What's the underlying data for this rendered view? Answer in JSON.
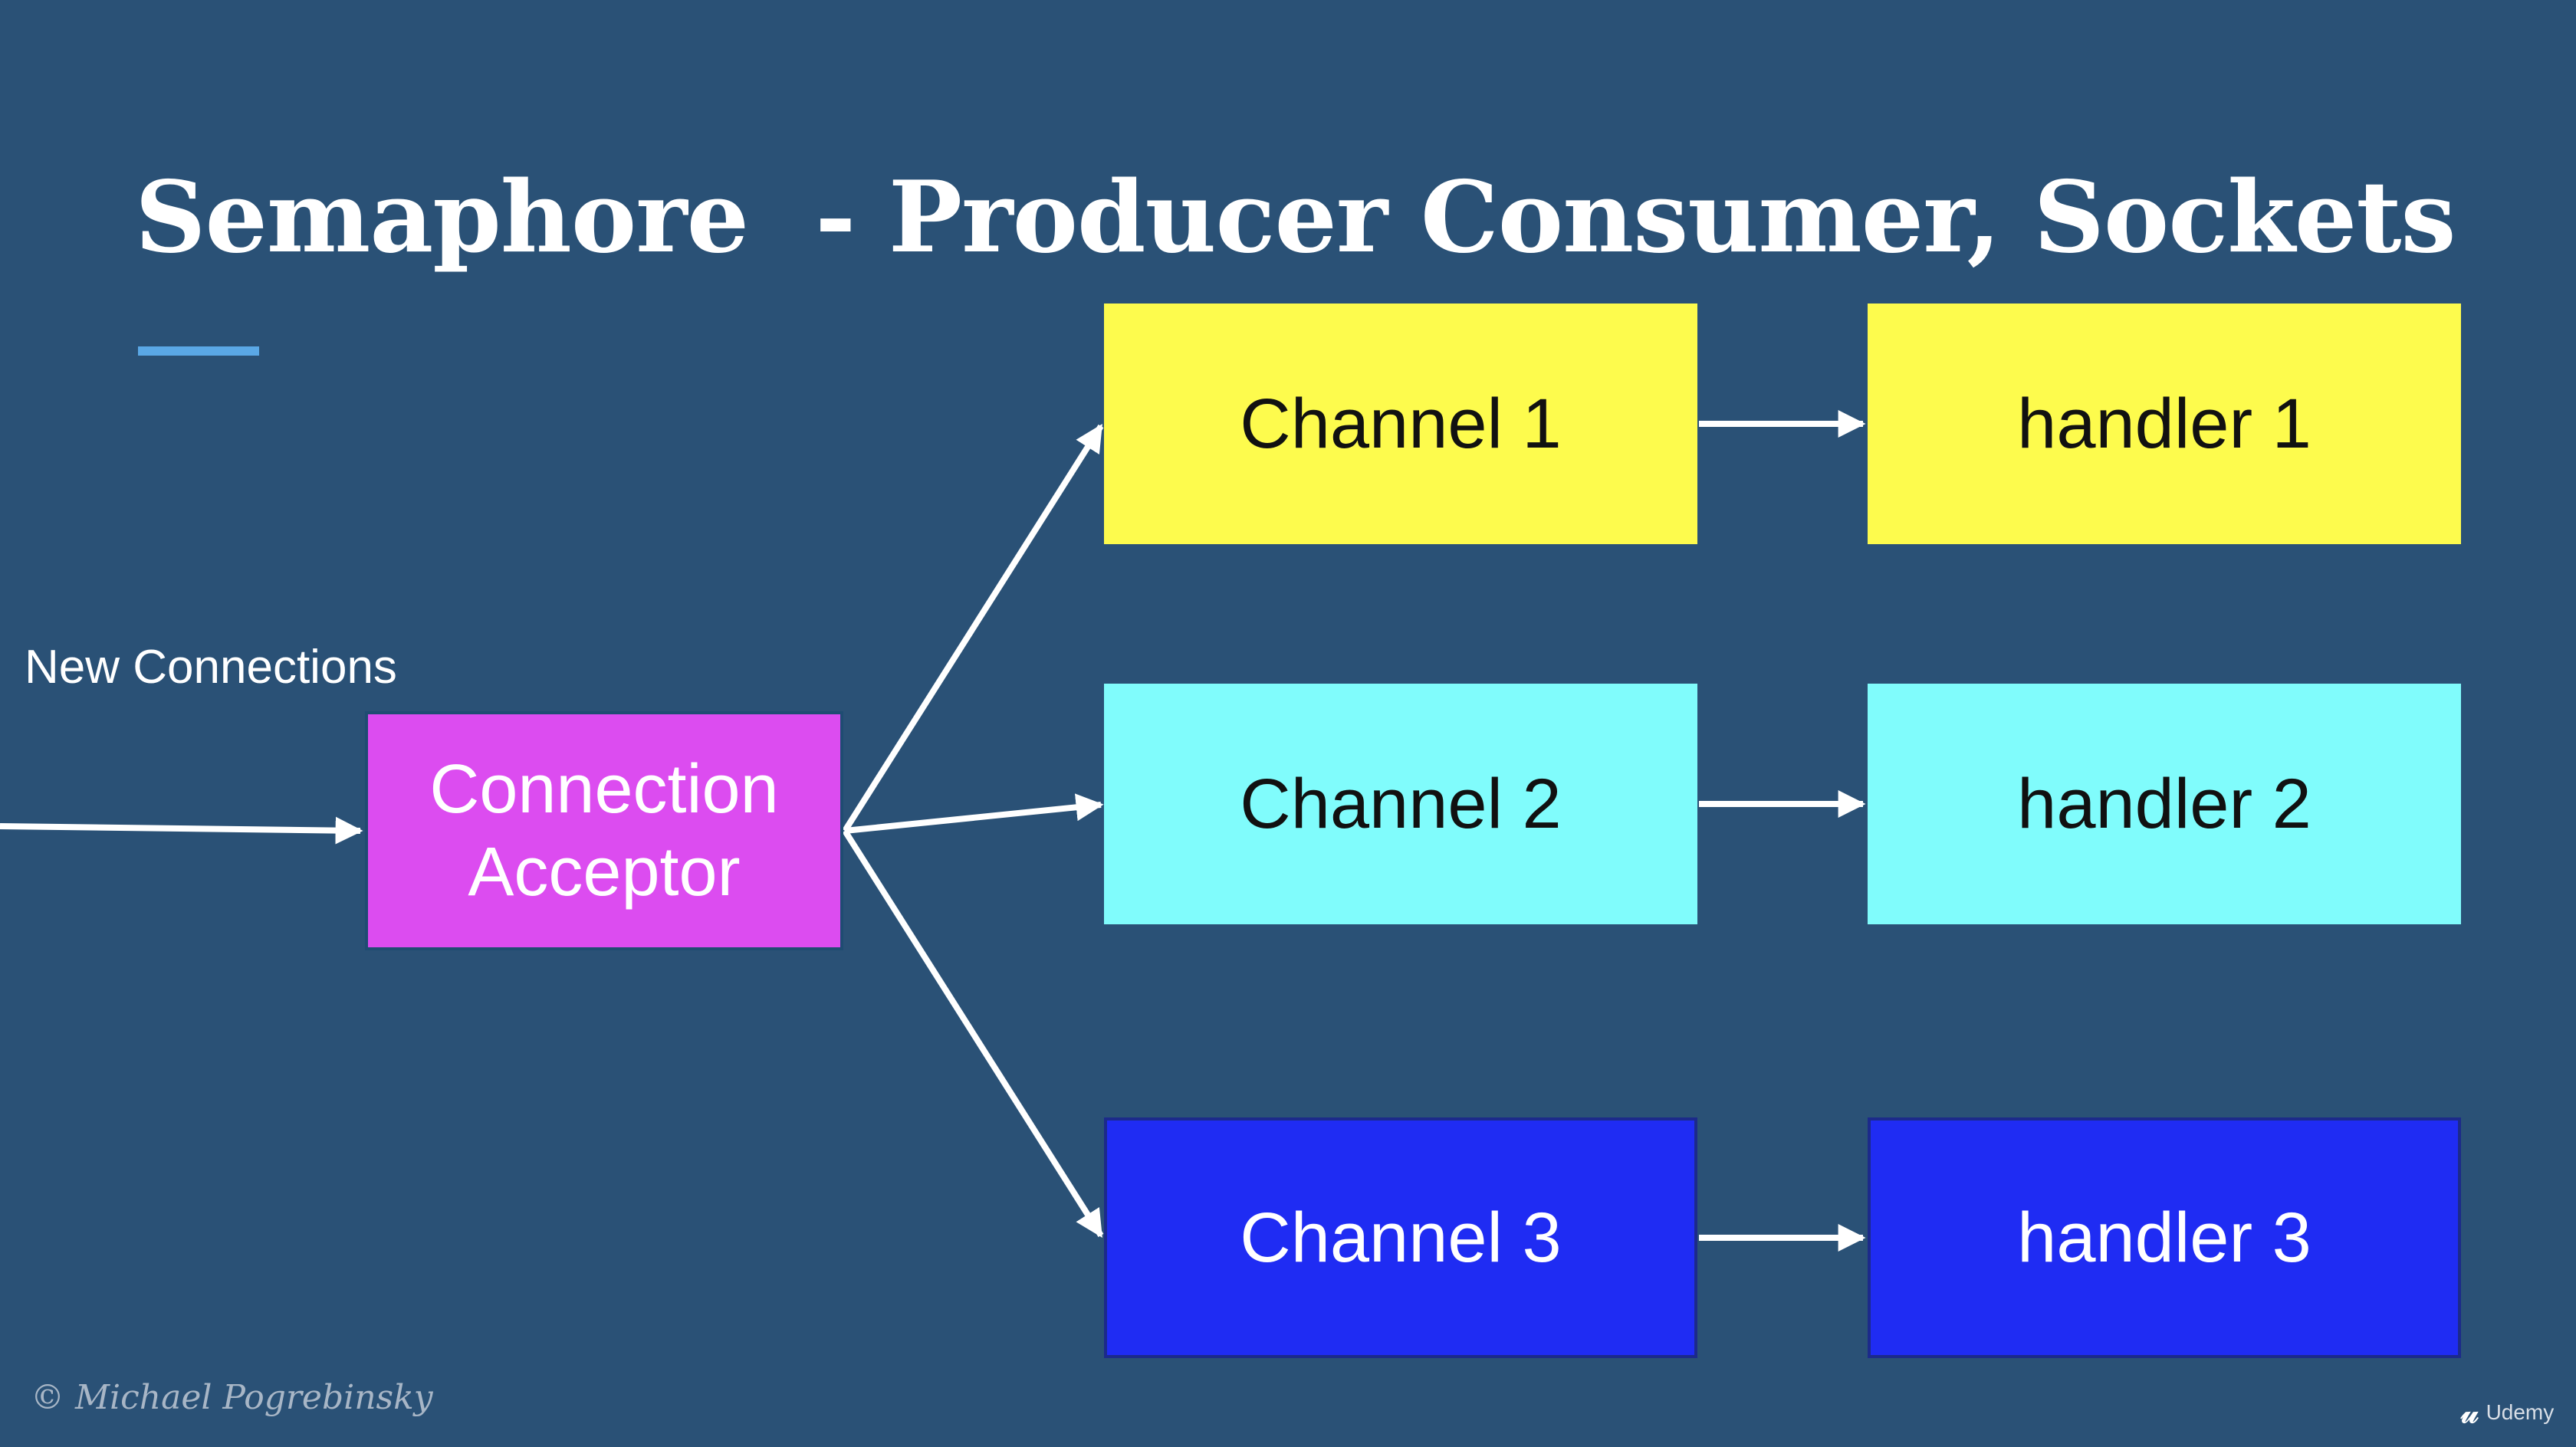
{
  "slide": {
    "title": "Semaphore  - Producer Consumer, Sockets",
    "colors": {
      "background": "#2a5176",
      "accent_underline": "#5aa8e6",
      "acceptor": "#dc4cf0",
      "channel1": "#fdfb4d",
      "channel2": "#80fcfc",
      "channel3": "#1f2cf3"
    }
  },
  "diagram": {
    "new_connections_label": "New Connections",
    "acceptor": {
      "line1": "Connection",
      "line2": "Acceptor"
    },
    "channels": [
      "Channel 1",
      "Channel 2",
      "Channel 3"
    ],
    "handlers": [
      "handler 1",
      "handler 2",
      "handler 3"
    ]
  },
  "footer": {
    "author": "© Michael Pogrebinsky",
    "platform": "Udemy",
    "platform_icon": "udemy-logo-icon"
  }
}
